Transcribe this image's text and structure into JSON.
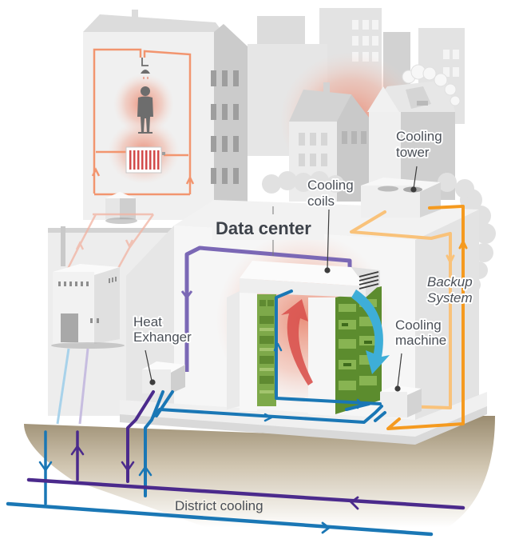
{
  "title": "Data center",
  "labels": {
    "cooling_tower": [
      "Cooling",
      "tower"
    ],
    "cooling_coils": [
      "Cooling",
      "coils"
    ],
    "backup_system": [
      "Backup",
      "System"
    ],
    "cooling_machine": [
      "Cooling",
      "machine"
    ],
    "heat_exchanger": [
      "Heat",
      "Exhanger"
    ],
    "district_cooling": "District cooling"
  },
  "colors": {
    "hot_pipe": "#f2956f",
    "purple_pipe": "#4b2a8c",
    "light_purple_pipe": "#7b68b5",
    "blue_pipe": "#1a77b5",
    "cyan_arrow": "#3eaed8",
    "red_arrow": "#d9534f",
    "orange_pipe": "#f59a1f",
    "light_orange_pipe": "#f9c27a",
    "building_light": "#eeeeee",
    "building_mid": "#d8d8d8",
    "building_dark": "#c2c2c2",
    "ground": "#a8987a",
    "server_green": "#6d9a3c"
  },
  "icons": [
    "shower-icon",
    "person-icon",
    "radiator-icon",
    "power-plant-icon",
    "cooling-tower-icon",
    "server-rack-icon"
  ]
}
